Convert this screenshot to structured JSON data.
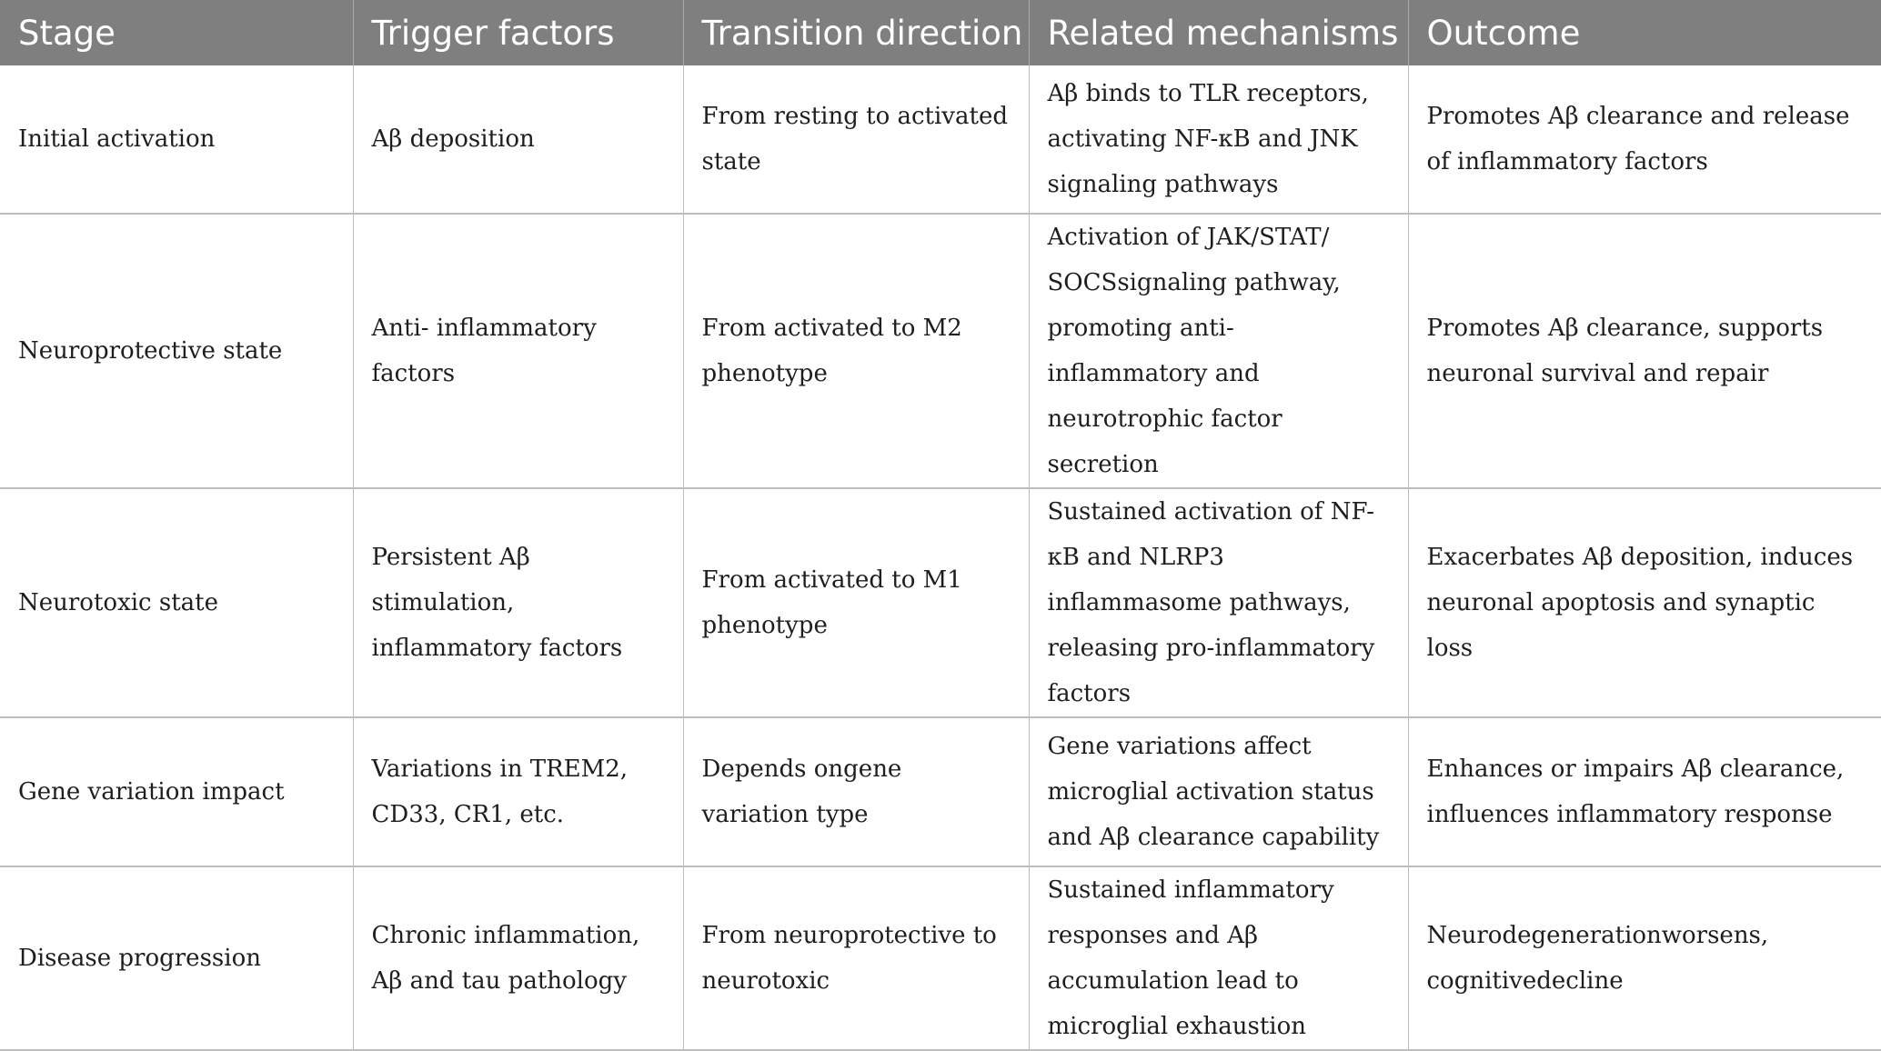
{
  "table": {
    "headers": [
      "Stage",
      "Trigger factors",
      "Transition direction",
      "Related mechanisms",
      "Outcome"
    ],
    "rows": [
      {
        "stage": "Initial activation",
        "trigger": "Aβ deposition",
        "transition": "From resting to activated state",
        "mechanisms": "Aβ binds to TLR receptors, activating NF-κB and JNK signaling pathways",
        "outcome": "Promotes Aβ clearance and release of inflammatory factors"
      },
      {
        "stage": "Neuroprotective state",
        "trigger": "Anti- inflammatory factors",
        "transition": "From activated to M2 phenotype",
        "mechanisms": "Activation of JAK/STAT/ SOCSsignaling pathway, promoting anti- inflammatory and neurotrophic factor secretion",
        "outcome": "Promotes Aβ clearance, supports neuronal survival and repair"
      },
      {
        "stage": "Neurotoxic state",
        "trigger": "Persistent Aβ stimulation, inflammatory factors",
        "transition": "From activated to M1 phenotype",
        "mechanisms": "Sustained activation of NF-κB and NLRP3 inflammasome pathways, releasing pro-inflammatory factors",
        "outcome": "Exacerbates Aβ deposition, induces neuronal apoptosis and synaptic loss"
      },
      {
        "stage": "Gene variation impact",
        "trigger": "Variations in TREM2, CD33, CR1, etc.",
        "transition": "Depends ongene variation type",
        "mechanisms": "Gene variations affect microglial activation status and Aβ clearance capability",
        "outcome": "Enhances or impairs Aβ clearance, influences inflammatory response"
      },
      {
        "stage": "Disease progression",
        "trigger": "Chronic inflammation, Aβ and tau pathology",
        "transition": "From neuroprotective to neurotoxic",
        "mechanisms": "Sustained inflammatory responses and Aβ accumulation lead to microglial exhaustion",
        "outcome": "Neurodegenerationworsens, cognitivedecline"
      }
    ]
  },
  "colors": {
    "header_bg": "#7e7f7e",
    "header_text": "#ffffff",
    "grid": "#bdbdbd",
    "body_text": "#1e1e1e"
  }
}
